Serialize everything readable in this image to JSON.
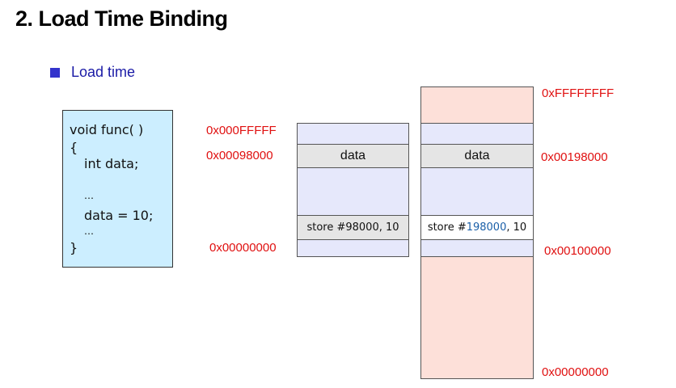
{
  "title": "2. Load Time Binding",
  "bullet": "Load time",
  "code": {
    "lines": [
      "void func( )",
      "{",
      "int data;",
      "…",
      "data  =  10;",
      "…",
      "}"
    ]
  },
  "logical": {
    "addr_top": "0x000FFFFF",
    "addr_data": "0x00098000",
    "addr_bottom": "0x00000000",
    "data_label": "data",
    "instruction": "store #98000, 10"
  },
  "physical": {
    "addr_top": "0xFFFFFFFF",
    "addr_data": "0x00198000",
    "addr_base": "0x00100000",
    "addr_bottom": "0x00000000",
    "data_label": "data",
    "instr_prefix": "store #",
    "instr_value": "198000",
    "instr_suffix": ", 10"
  },
  "colors": {
    "lavender": "#e6e8fb",
    "pink": "#fde0d9",
    "address_red": "#e01010",
    "highlight_blue": "#1a5fa8"
  }
}
